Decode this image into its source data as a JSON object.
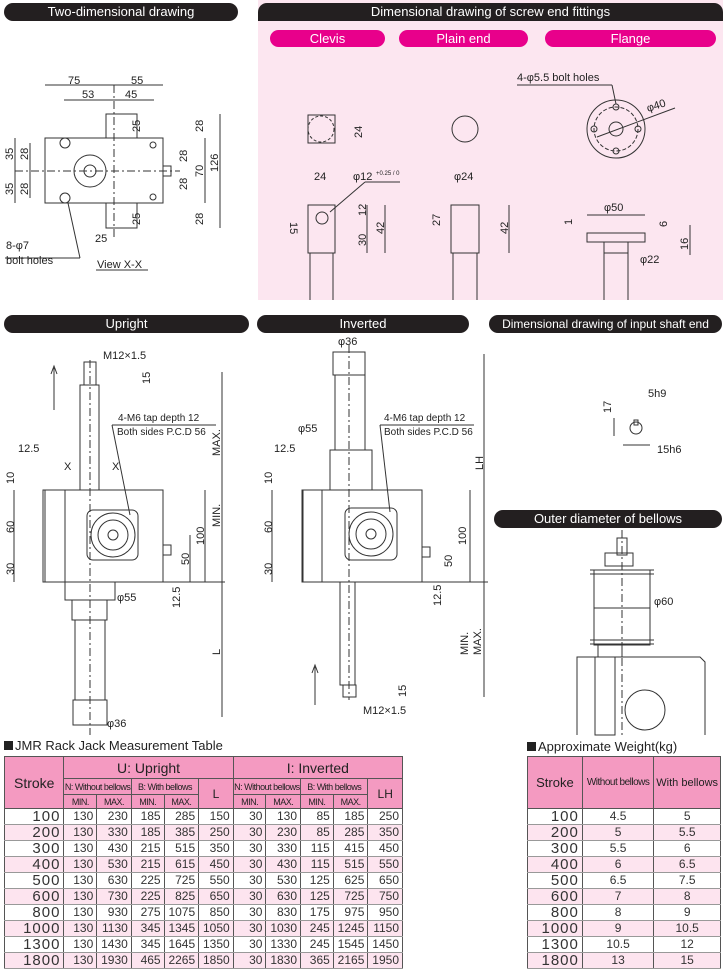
{
  "headers": {
    "two_dim": "Two-dimensional drawing",
    "screw_end": "Dimensional drawing of screw end fittings",
    "upright": "Upright",
    "inverted": "Inverted",
    "input_shaft": "Dimensional drawing of input shaft end",
    "bellows": "Outer diameter of bellows"
  },
  "fittings": {
    "clevis": "Clevis",
    "plain": "Plain end",
    "flange": "Flange"
  },
  "two_dim_labels": {
    "d75": "75",
    "d55": "55",
    "d53": "53",
    "d45": "45",
    "d25a": "25",
    "d28a": "28",
    "d35a": "35",
    "d28b": "28",
    "d35b": "35",
    "d28c": "28",
    "d28d": "28",
    "d28e": "28",
    "d70": "70",
    "d126": "126",
    "d25b": "25",
    "d28f": "28",
    "d25c": "25",
    "bolt1": "8-φ7",
    "bolt2": "bolt holes",
    "view": "View X-X"
  },
  "fitting_labels": {
    "c24a": "24",
    "c24b": "24",
    "c_phi12": "φ12",
    "c_tol": "+0.25 / 0",
    "c12": "12",
    "c30": "30",
    "c42": "42",
    "c15": "15",
    "p_phi24": "φ24",
    "p27": "27",
    "p42": "42",
    "f_bolts": "4-φ5.5 bolt holes",
    "f_phi40": "φ40",
    "f_phi50": "φ50",
    "f1": "1",
    "f6": "6",
    "f16": "16",
    "f_phi22": "φ22"
  },
  "upright_labels": {
    "thread": "M12×1.5",
    "d15": "15",
    "tap1": "4-M6 tap depth 12",
    "tap2": "Both sides P.C.D 56",
    "max": "MAX.",
    "d12_5a": "12.5",
    "x1": "X",
    "x2": "X",
    "d10": "10",
    "d60": "60",
    "d30": "30",
    "min": "MIN.",
    "d100": "100",
    "d50": "50",
    "d12_5b": "12.5",
    "phi55": "φ55",
    "L": "L",
    "phi36": "φ36"
  },
  "inverted_labels": {
    "phi36": "φ36",
    "phi55": "φ55",
    "tap1": "4-M6 tap depth 12",
    "tap2": "Both sides P.C.D 56",
    "d12_5a": "12.5",
    "LH": "LH",
    "d10": "10",
    "d60": "60",
    "d30": "30",
    "d100": "100",
    "d50": "50",
    "d12_5b": "12.5",
    "min": "MIN.",
    "max": "MAX.",
    "d15": "15",
    "thread": "M12×1.5"
  },
  "shaft_labels": {
    "d17": "17",
    "key": "5h9",
    "dia": "15h6"
  },
  "bellows_labels": {
    "phi60": "φ60"
  },
  "measure_table": {
    "title": "JMR Rack Jack Measurement Table",
    "stroke": "Stroke",
    "upright": "U: Upright",
    "inverted": "I: Inverted",
    "without": "N: Without bellows",
    "with": "B: With bellows",
    "min": "MIN.",
    "max": "MAX.",
    "L": "L",
    "LH": "LH",
    "rows": [
      [
        "100",
        "130",
        "230",
        "185",
        "285",
        "150",
        "30",
        "130",
        "85",
        "185",
        "250"
      ],
      [
        "200",
        "130",
        "330",
        "185",
        "385",
        "250",
        "30",
        "230",
        "85",
        "285",
        "350"
      ],
      [
        "300",
        "130",
        "430",
        "215",
        "515",
        "350",
        "30",
        "330",
        "115",
        "415",
        "450"
      ],
      [
        "400",
        "130",
        "530",
        "215",
        "615",
        "450",
        "30",
        "430",
        "115",
        "515",
        "550"
      ],
      [
        "500",
        "130",
        "630",
        "225",
        "725",
        "550",
        "30",
        "530",
        "125",
        "625",
        "650"
      ],
      [
        "600",
        "130",
        "730",
        "225",
        "825",
        "650",
        "30",
        "630",
        "125",
        "725",
        "750"
      ],
      [
        "800",
        "130",
        "930",
        "275",
        "1075",
        "850",
        "30",
        "830",
        "175",
        "975",
        "950"
      ],
      [
        "1000",
        "130",
        "1130",
        "345",
        "1345",
        "1050",
        "30",
        "1030",
        "245",
        "1245",
        "1150"
      ],
      [
        "1300",
        "130",
        "1430",
        "345",
        "1645",
        "1350",
        "30",
        "1330",
        "245",
        "1545",
        "1450"
      ],
      [
        "1800",
        "130",
        "1930",
        "465",
        "2265",
        "1850",
        "30",
        "1830",
        "365",
        "2165",
        "1950"
      ]
    ]
  },
  "weight_table": {
    "title": "Approximate Weight(kg)",
    "stroke": "Stroke",
    "without": "Without bellows",
    "with": "With bellows",
    "rows": [
      [
        "100",
        "4.5",
        "5"
      ],
      [
        "200",
        "5",
        "5.5"
      ],
      [
        "300",
        "5.5",
        "6"
      ],
      [
        "400",
        "6",
        "6.5"
      ],
      [
        "500",
        "6.5",
        "7.5"
      ],
      [
        "600",
        "7",
        "8"
      ],
      [
        "800",
        "8",
        "9"
      ],
      [
        "1000",
        "9",
        "10.5"
      ],
      [
        "1300",
        "10.5",
        "12"
      ],
      [
        "1800",
        "13",
        "15"
      ]
    ]
  }
}
